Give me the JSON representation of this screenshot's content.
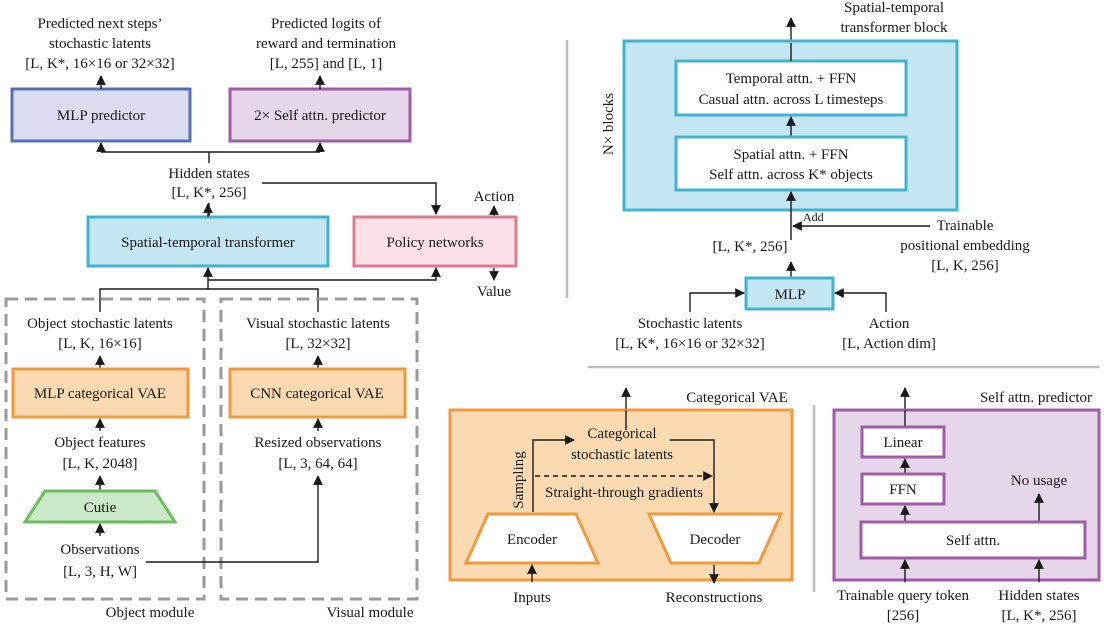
{
  "colors": {
    "mlp_predictor_fill": "#dcdcf0",
    "mlp_predictor_stroke": "#5470b8",
    "purple_fill": "#e6d6ea",
    "purple_stroke": "#a05ca8",
    "blue_fill": "#c3e6f2",
    "blue_stroke": "#40b4d2",
    "pink_fill": "#fbe1e6",
    "pink_stroke": "#e07a8e",
    "orange_fill": "#fbd9b1",
    "orange_stroke": "#f09a3c",
    "green_fill": "#cbe8c9",
    "green_stroke": "#6cbc5e",
    "white_box_fill": "#ffffff"
  },
  "left": {
    "top_left_label": [
      "Predicted next steps’",
      "stochastic latents",
      "[L, K*, 16×16 or 32×32]"
    ],
    "top_right_label": [
      "Predicted logits of",
      "reward and termination",
      "[L, 255] and [L, 1]"
    ],
    "mlp_predictor": "MLP predictor",
    "self_attn_predictor": "2× Self attn. predictor",
    "hidden_states": [
      "Hidden states",
      "[L, K*, 256]"
    ],
    "action": "Action",
    "value": "Value",
    "spatial_temporal_transformer": "Spatial-temporal transformer",
    "policy_networks": "Policy networks",
    "object_latents": [
      "Object stochastic latents",
      "[L, K, 16×16]"
    ],
    "visual_latents": [
      "Visual stochastic latents",
      "[L, 32×32]"
    ],
    "mlp_vae": "MLP categorical VAE",
    "cnn_vae": "CNN categorical VAE",
    "object_features": [
      "Object features",
      "[L, K, 2048]"
    ],
    "resized_observations": [
      "Resized observations",
      "[L, 3, 64, 64]"
    ],
    "cutie": "Cutie",
    "observations": [
      "Observations",
      "[L, 3, H, W]"
    ],
    "object_module": "Object module",
    "visual_module": "Visual module"
  },
  "transformer_panel": {
    "title": [
      "Spatial-temporal",
      "transformer block"
    ],
    "n_blocks": "N× blocks",
    "temporal": [
      "Temporal attn. + FFN",
      "Casual attn. across L timesteps"
    ],
    "spatial": [
      "Spatial attn. + FFN",
      "Self attn. across K* objects"
    ],
    "add": "Add",
    "trainable_pos": [
      "Trainable",
      "positional embedding",
      "[L, K, 256]"
    ],
    "dims": "[L, K*, 256]",
    "mlp": "MLP",
    "stochastic_latents": [
      "Stochastic latents",
      "[L, K*, 16×16 or 32×32]"
    ],
    "action": [
      "Action",
      "[L, Action dim]"
    ]
  },
  "vae_panel": {
    "title": "Categorical VAE",
    "latents": [
      "Categorical",
      "stochastic latents"
    ],
    "sampling": "Sampling",
    "straight_through": "Straight-through gradients",
    "encoder": "Encoder",
    "decoder": "Decoder",
    "inputs": "Inputs",
    "reconstructions": "Reconstructions"
  },
  "self_attn_panel": {
    "title": "Self attn. predictor",
    "linear": "Linear",
    "ffn": "FFN",
    "self_attn": "Self attn.",
    "no_usage": "No usage",
    "query_token": [
      "Trainable query token",
      "[256]"
    ],
    "hidden_states": [
      "Hidden states",
      "[L, K*, 256]"
    ]
  }
}
